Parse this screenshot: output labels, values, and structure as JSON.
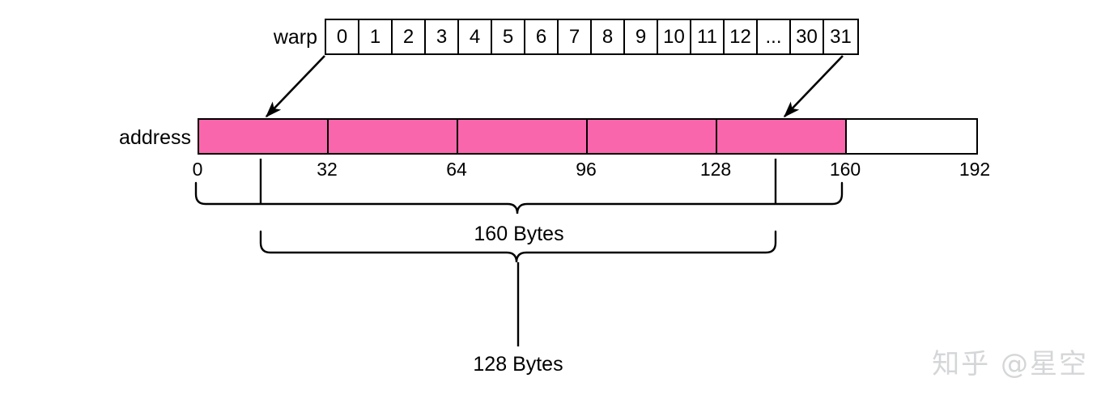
{
  "diagram": {
    "title": "Warp memory access coalescing diagram",
    "background_color": "#ffffff",
    "line_color": "#000000"
  },
  "warp": {
    "label": "warp",
    "lanes": [
      "0",
      "1",
      "2",
      "3",
      "4",
      "5",
      "6",
      "7",
      "8",
      "9",
      "10",
      "11",
      "12",
      "...",
      "30",
      "31"
    ]
  },
  "address": {
    "label": "address",
    "fill_color": "#fa66ac",
    "empty_color": "#ffffff",
    "segments": [
      {
        "range": "0-32",
        "filled": true
      },
      {
        "range": "32-64",
        "filled": true
      },
      {
        "range": "64-96",
        "filled": true
      },
      {
        "range": "96-128",
        "filled": true
      },
      {
        "range": "128-160",
        "filled": true
      },
      {
        "range": "160-192",
        "filled": false
      }
    ],
    "ticks": [
      "0",
      "32",
      "64",
      "96",
      "128",
      "160",
      "192"
    ]
  },
  "arrows": [
    {
      "name": "warp-lane-0-to-address",
      "from_lane": "0",
      "to_offset": "0-32"
    },
    {
      "name": "warp-lane-31-to-address",
      "from_lane": "31",
      "to_offset": "128-160"
    }
  ],
  "braces": [
    {
      "name": "span-160",
      "caption": "160 Bytes",
      "from": "0",
      "to": "160"
    },
    {
      "name": "span-128",
      "caption": "128 Bytes",
      "from": "32",
      "to": "160"
    }
  ],
  "watermark": {
    "text": "知乎 @星空"
  }
}
